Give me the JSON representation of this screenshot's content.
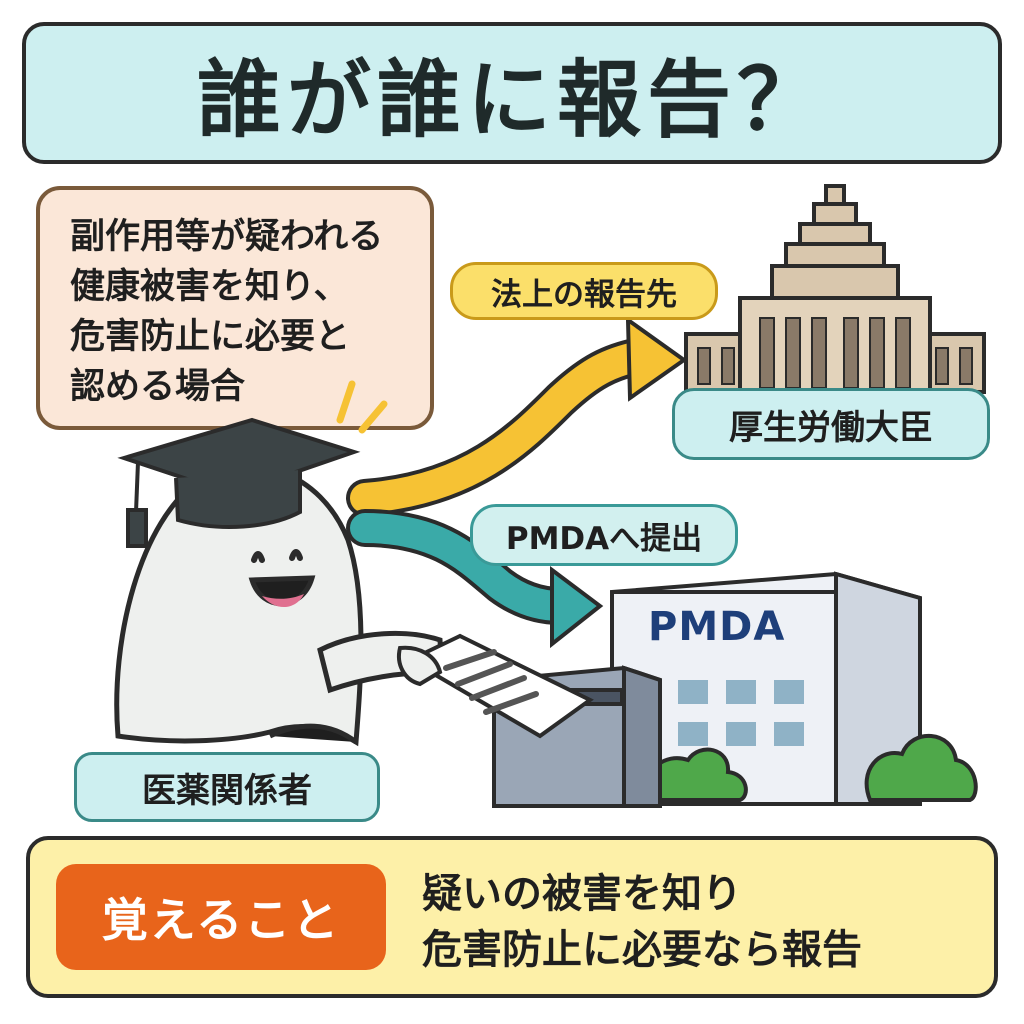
{
  "title": "誰が誰に報告？",
  "condition": {
    "lines": [
      "副作用等が疑われる",
      "健康被害を知り、",
      "危害防止に必要と",
      "認める場合"
    ]
  },
  "arrows": {
    "to_minister_label": "法上の報告先",
    "to_pmda_label": "PMDAへ提出"
  },
  "minister": {
    "label": "厚生労働大臣"
  },
  "pmda": {
    "sign": "PMDA"
  },
  "pharmacist": {
    "label": "医薬関係者"
  },
  "memo": {
    "badge": "覚えること",
    "lines": [
      "疑いの被害を知り",
      "危害防止に必要なら報告"
    ]
  },
  "colors": {
    "title_bg": "#cdeff0",
    "condition_bg": "#fbe7d8",
    "arrow_yellow": "#f6c234",
    "arrow_teal": "#3aaaa8",
    "memo_bg": "#fdf0a8",
    "memo_badge": "#e8641b"
  },
  "icons": [
    "graduation-cap-icon",
    "ghost-character-icon",
    "document-icon",
    "government-building-icon",
    "pmda-building-icon",
    "bush-icon"
  ]
}
